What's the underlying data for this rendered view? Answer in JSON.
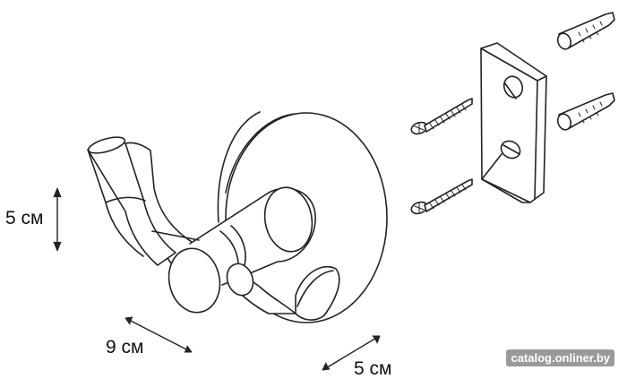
{
  "diagram": {
    "dimensions": {
      "height": "5 см",
      "width": "9 см",
      "depth": "5 см"
    },
    "watermark": "catalog.onliner.by",
    "colors": {
      "line": "#222222",
      "background": "#ffffff"
    },
    "parts": [
      "double-hook",
      "round-base",
      "mounting-bracket",
      "screw",
      "wall-plug"
    ]
  }
}
